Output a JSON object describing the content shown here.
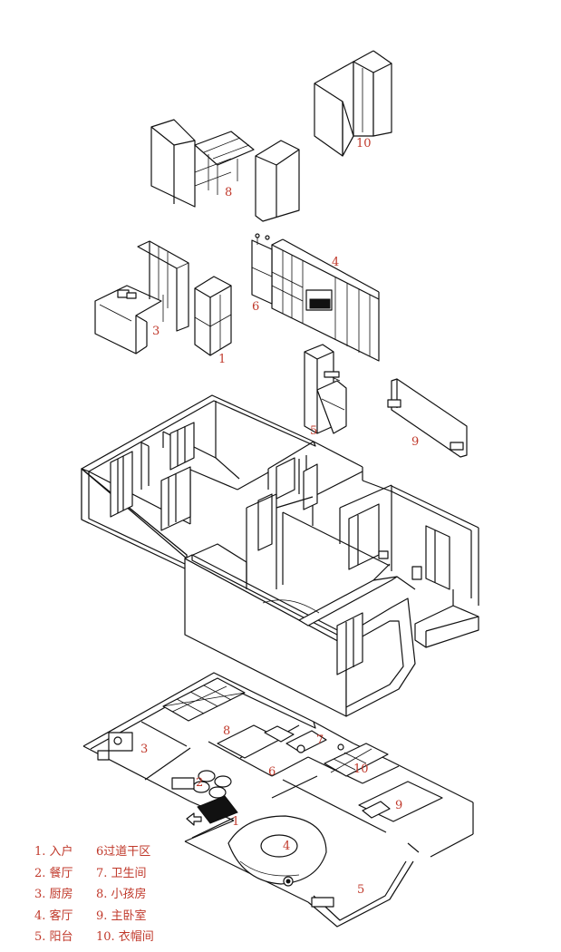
{
  "labels": {
    "walkin": "10",
    "kids_room": "8",
    "living_storage": "4",
    "corridor": "6",
    "kitchen": "3",
    "entry": "1",
    "balcony_cabinet": "5",
    "master_wall": "9",
    "plan_kitchen": "3",
    "plan_kids": "8",
    "plan_bath": "7",
    "plan_dining": "2",
    "plan_corridor": "6",
    "plan_walkin": "10",
    "plan_master": "9",
    "plan_living": "4",
    "plan_balcony": "5",
    "plan_entry": "1"
  },
  "legend": [
    {
      "left": "1. 入户",
      "right": "6过道干区"
    },
    {
      "left": "2. 餐厅",
      "right": "7. 卫生间"
    },
    {
      "left": "3. 厨房",
      "right": "8. 小孩房"
    },
    {
      "left": "4. 客厅",
      "right": "9. 主卧室"
    },
    {
      "left": "5. 阳台",
      "right": "10. 衣帽间"
    }
  ],
  "colors": {
    "label": "#c0392b",
    "line": "#111111"
  }
}
